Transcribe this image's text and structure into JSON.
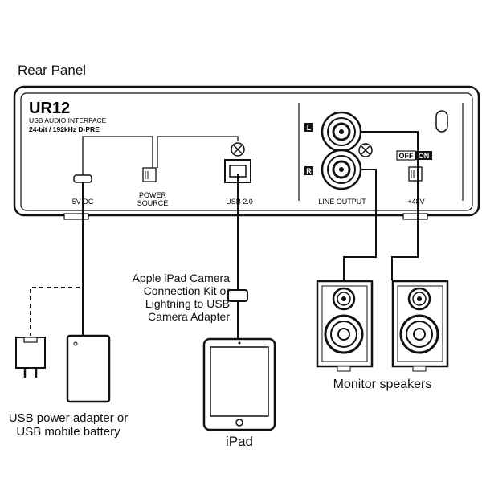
{
  "heading": "Rear Panel",
  "device": {
    "model": "UR12",
    "line1": "USB AUDIO INTERFACE",
    "line2": "24-bit / 192kHz D-PRE",
    "ports": {
      "dc": "5V DC",
      "power_source_l1": "POWER",
      "power_source_l2": "SOURCE",
      "usb": "USB 2.0",
      "line_output": "LINE OUTPUT",
      "phantom": "+48V",
      "left": "L",
      "right": "R",
      "switch_off": "OFF",
      "switch_on": "ON"
    }
  },
  "captions": {
    "power_l1": "USB power adapter or",
    "power_l2": "USB mobile battery",
    "adapter_l1": "Apple iPad Camera",
    "adapter_l2": "Connection Kit or",
    "adapter_l3": "Lightning to USB",
    "adapter_l4": "Camera Adapter",
    "ipad": "iPad",
    "speakers": "Monitor speakers"
  }
}
